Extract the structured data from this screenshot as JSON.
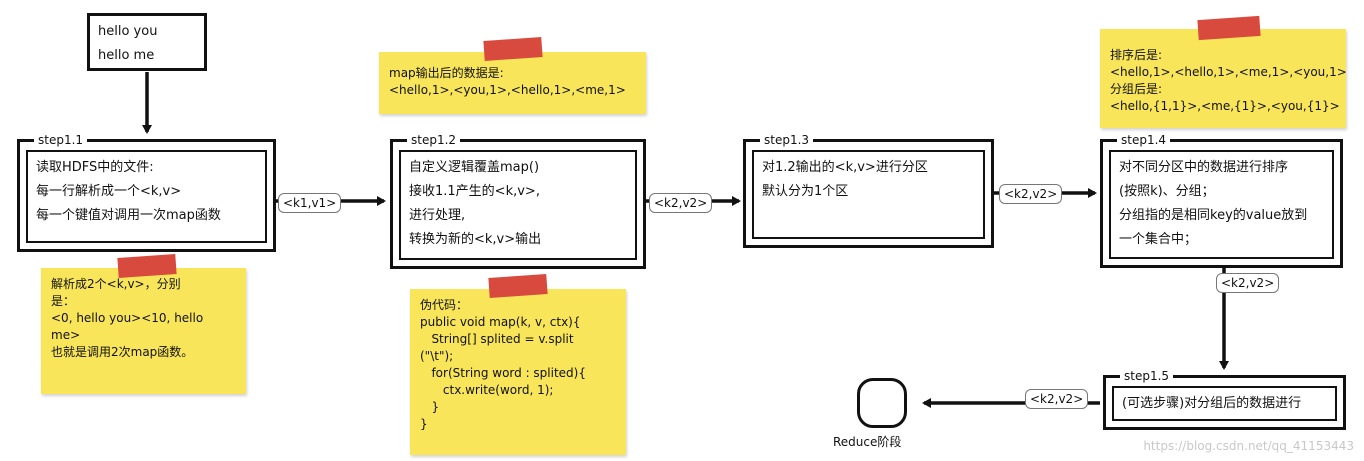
{
  "input": {
    "lines": [
      "hello you",
      "hello me"
    ]
  },
  "steps": [
    {
      "title": "step1.1",
      "lines": [
        "读取HDFS中的文件:",
        "每一行解析成一个<k,v>",
        "每一个键值对调用一次map函数"
      ]
    },
    {
      "title": "step1.2",
      "lines": [
        "自定义逻辑覆盖map()",
        "接收1.1产生的<k,v>,",
        "进行处理,",
        "转换为新的<k,v>输出"
      ]
    },
    {
      "title": "step1.3",
      "lines": [
        "对1.2输出的<k,v>进行分区",
        "默认分为1个区"
      ]
    },
    {
      "title": "step1.4",
      "lines": [
        "对不同分区中的数据进行排序",
        "(按照k)、分组；",
        "分组指的是相同key的value放到",
        "一个集合中；"
      ]
    },
    {
      "title": "step1.5",
      "lines": [
        "(可选步骤)对分组后的数据进行"
      ]
    }
  ],
  "notes": {
    "step1_1": "解析成2个<k,v>，分别\n是：\n<0, hello you><10, hello\nme>\n也就是调用2次map函数。",
    "map_output": "map输出后的数据是:\n<hello,1>,<you,1>,<hello,1>,<me,1>",
    "pseudocode": "伪代码：\npublic void map(k, v, ctx){\n   String[] splited = v.split\n(\"\\t\");\n   for(String word : splited){\n      ctx.write(word, 1);\n   }\n}",
    "sorted": "排序后是:\n<hello,1>,<hello,1>,<me,1>,<you,1>\n分组后是:\n<hello,{1,1}>,<me,{1}>,<you,{1}>"
  },
  "edge_labels": {
    "k1v1": "<k1,v1>",
    "k2v2_a": "<k2,v2>",
    "k2v2_b": "<k2,v2>",
    "k2v2_c": "<k2,v2>",
    "k2v2_d": "<k2,v2>"
  },
  "reduce": {
    "label": "Reduce阶段"
  },
  "watermark": "https://blog.csdn.net/qq_41153443",
  "colors": {
    "note": "#f8e55a",
    "tape": "#d94a3e",
    "stroke": "#111111"
  }
}
